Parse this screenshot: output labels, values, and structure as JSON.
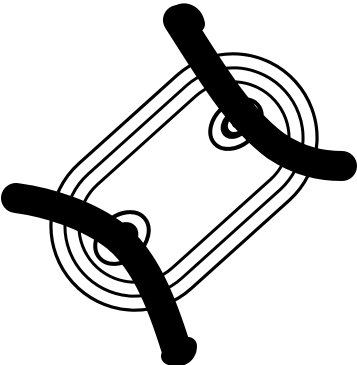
{
  "figure": {
    "subject": "symbol",
    "colors": {
      "ink": "#000000",
      "background": "#ffffff"
    },
    "icons": [
      "rounded-rectangle-outline",
      "eye-shape",
      "curved-stroke"
    ]
  }
}
